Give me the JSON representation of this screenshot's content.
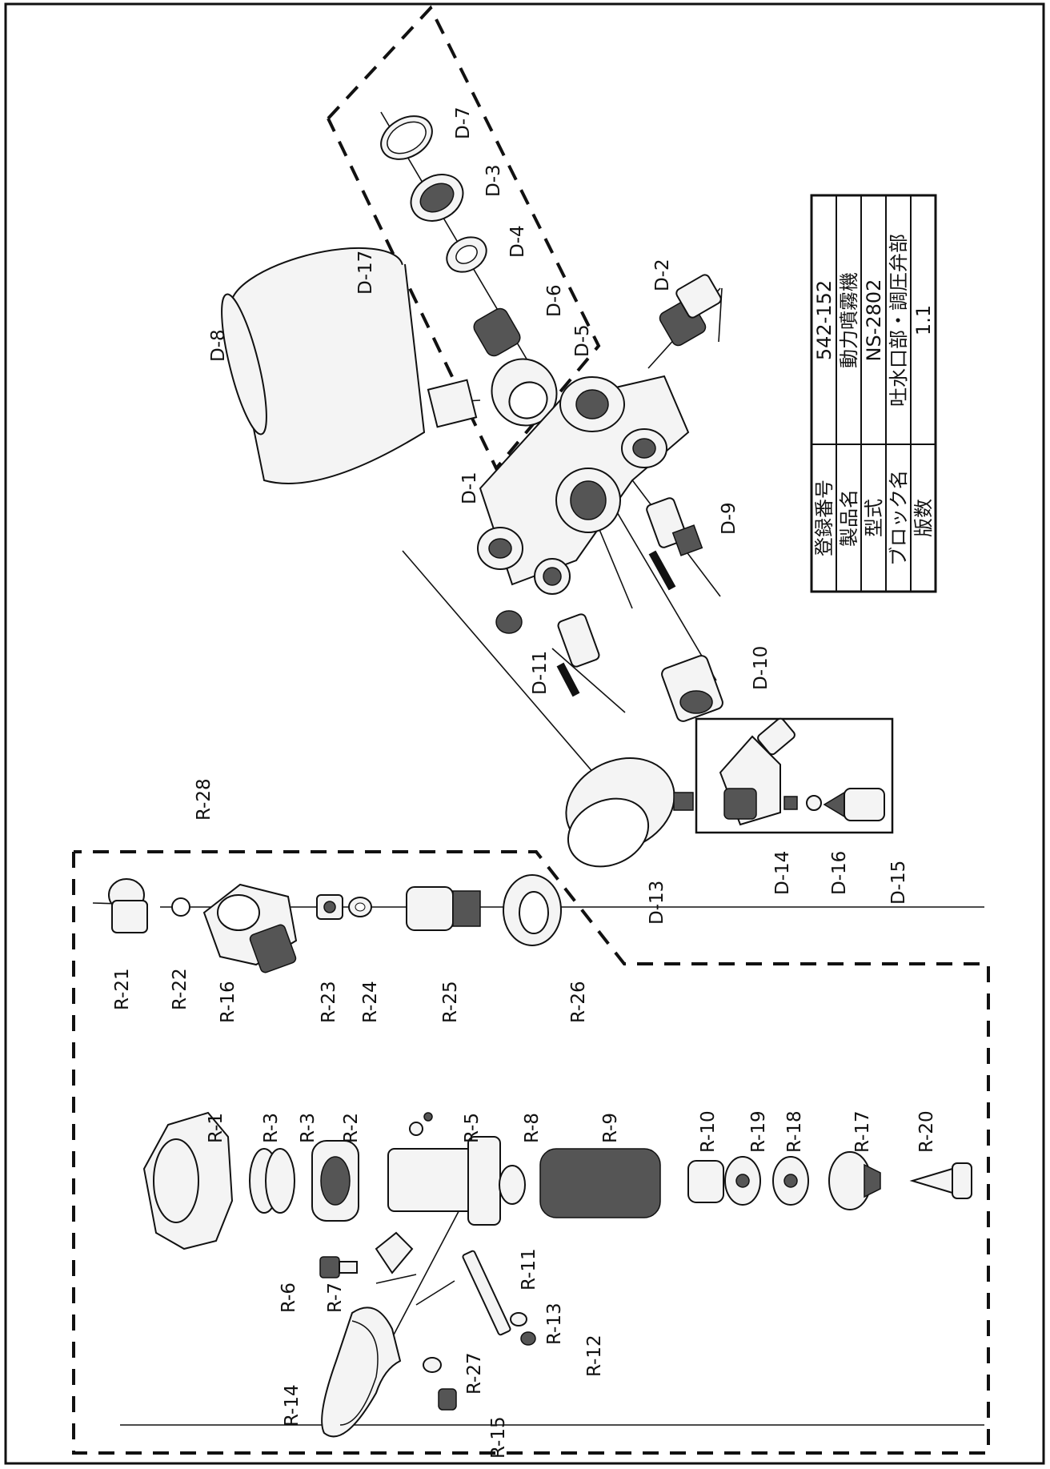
{
  "title_block": {
    "rows": [
      {
        "key": "登録番号",
        "value": "542-152"
      },
      {
        "key": "製品名",
        "value": "動力噴霧機"
      },
      {
        "key": "型式",
        "value": "NS-2802"
      },
      {
        "key": "ブロック名",
        "value": "吐水口部・調圧弁部"
      },
      {
        "key": "版数",
        "value": "1.1"
      }
    ]
  },
  "callouts": {
    "D1": "D-1",
    "D2": "D-2",
    "D3": "D-3",
    "D4": "D-4",
    "D5": "D-5",
    "D6": "D-6",
    "D7": "D-7",
    "D8": "D-8",
    "D9": "D-9",
    "D10": "D-10",
    "D11": "D-11",
    "D13": "D-13",
    "D14": "D-14",
    "D15": "D-15",
    "D16": "D-16",
    "D17": "D-17",
    "R1": "R-1",
    "R2": "R-2",
    "R3a": "R-3",
    "R3b": "R-3",
    "R5": "R-5",
    "R6": "R-6",
    "R7": "R-7",
    "R8": "R-8",
    "R9": "R-9",
    "R10": "R-10",
    "R11": "R-11",
    "R12": "R-12",
    "R13": "R-13",
    "R14": "R-14",
    "R15": "R-15",
    "R16": "R-16",
    "R17": "R-17",
    "R18": "R-18",
    "R19": "R-19",
    "R20": "R-20",
    "R21": "R-21",
    "R22": "R-22",
    "R23": "R-23",
    "R24": "R-24",
    "R25": "R-25",
    "R26": "R-26",
    "R27": "R-27",
    "R28": "R-28"
  }
}
